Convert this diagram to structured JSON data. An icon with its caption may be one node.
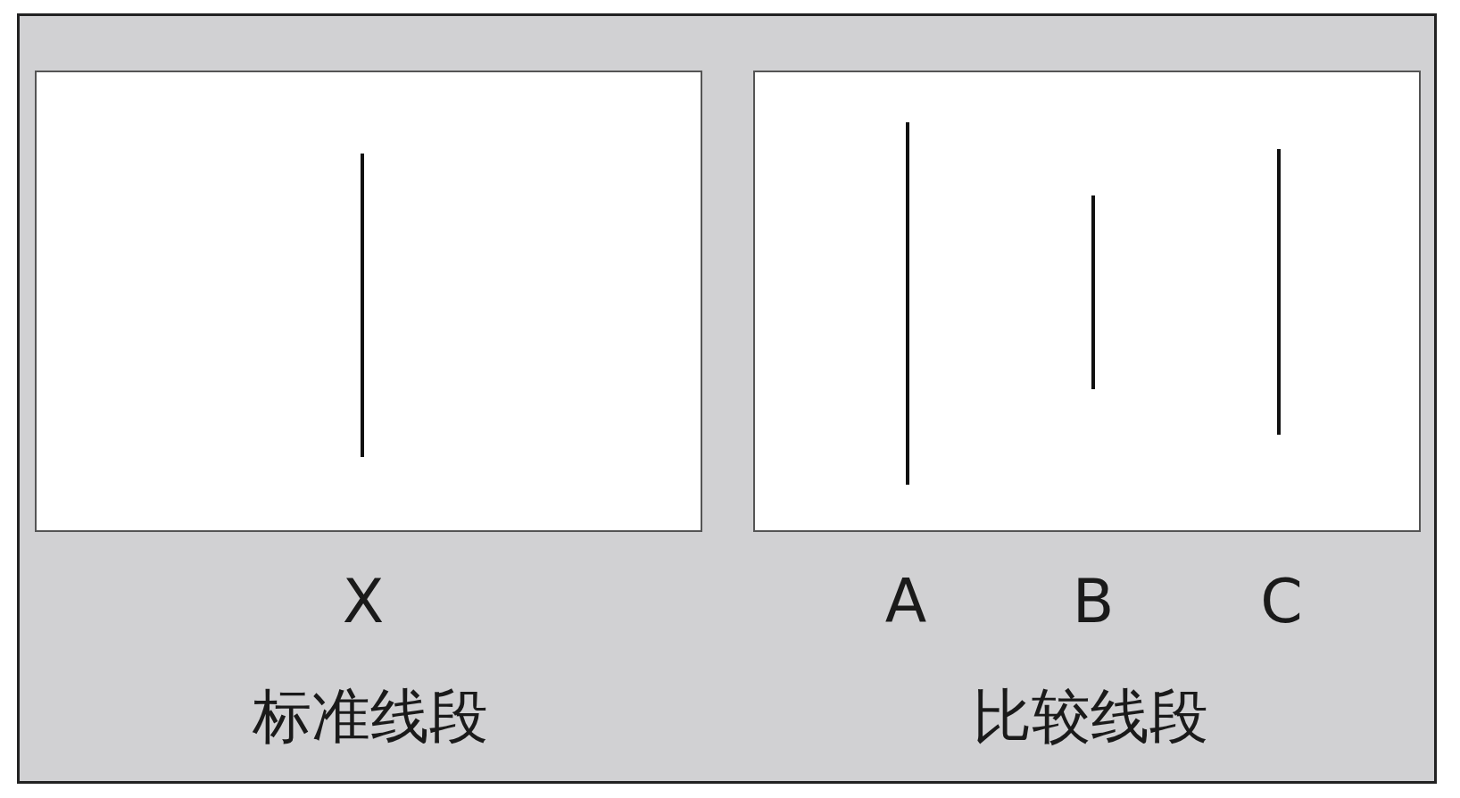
{
  "diagram": {
    "labels": [
      "X",
      "A",
      "B",
      "C",
      "标准线段",
      "比较线段"
    ]
  }
}
